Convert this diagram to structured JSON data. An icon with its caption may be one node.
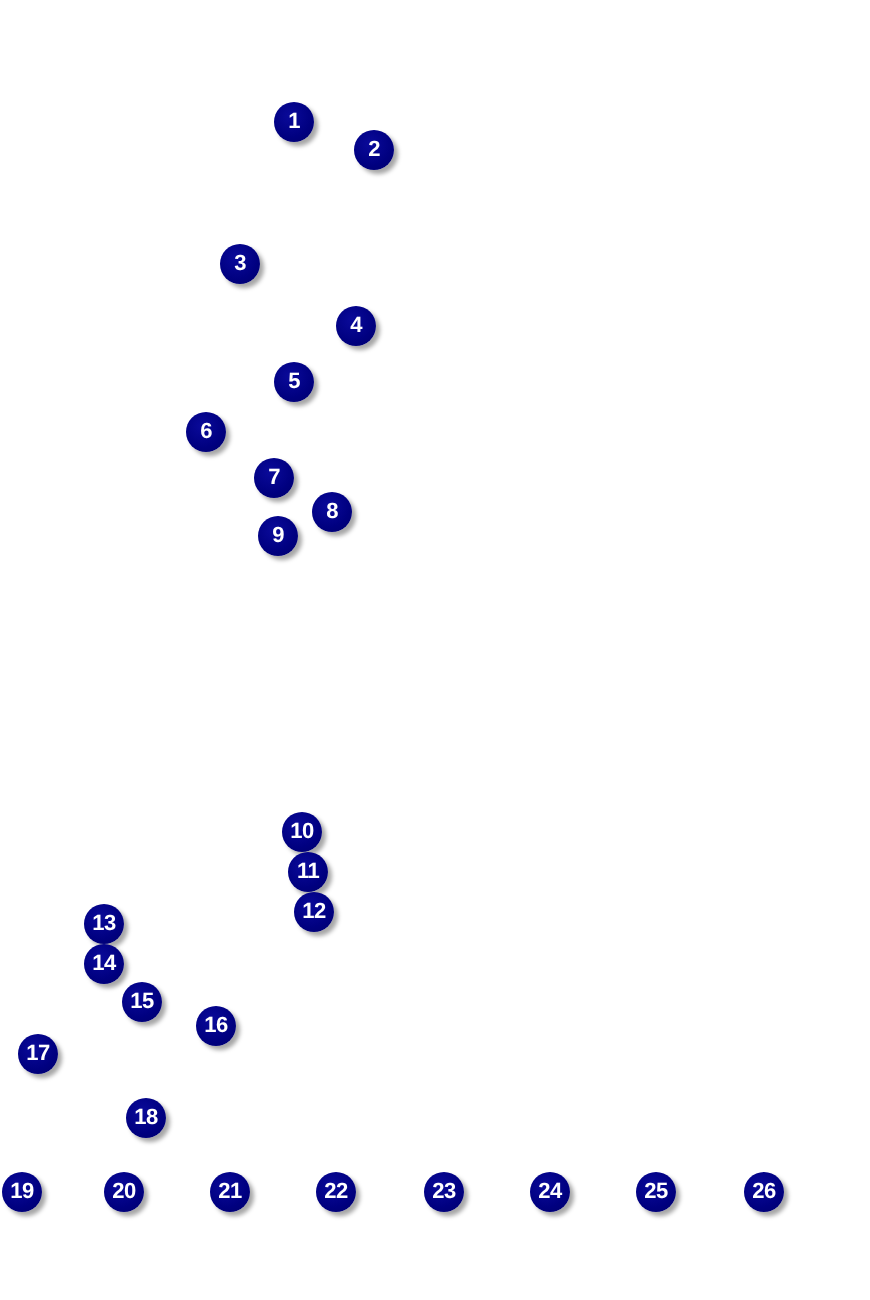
{
  "diagram": {
    "nodes": [
      {
        "text": [
          "1"
        ]
      },
      {
        "text": [
          "2"
        ]
      },
      {
        "text": [
          "3"
        ]
      },
      {
        "text": [
          "4"
        ]
      },
      {
        "text": [
          "5"
        ]
      },
      {
        "text": [
          "6"
        ]
      },
      {
        "text": [
          "7"
        ]
      },
      {
        "text": [
          "8"
        ]
      },
      {
        "text": [
          "9"
        ]
      },
      {
        "text": [
          "10"
        ]
      },
      {
        "text": [
          "11"
        ]
      },
      {
        "text": [
          "12"
        ]
      },
      {
        "text": [
          "13"
        ]
      },
      {
        "text": [
          "14"
        ]
      },
      {
        "text": [
          "15"
        ]
      },
      {
        "text": [
          "16"
        ]
      },
      {
        "text": [
          "17"
        ]
      },
      {
        "text": [
          "18"
        ]
      },
      {
        "text": [
          "19"
        ]
      },
      {
        "text": [
          "20"
        ]
      },
      {
        "text": [
          "21"
        ]
      },
      {
        "text": [
          "22"
        ]
      },
      {
        "text": [
          "23"
        ]
      },
      {
        "text": [
          "24"
        ]
      },
      {
        "text": [
          "25"
        ]
      },
      {
        "text": [
          "26"
        ]
      }
    ]
  }
}
